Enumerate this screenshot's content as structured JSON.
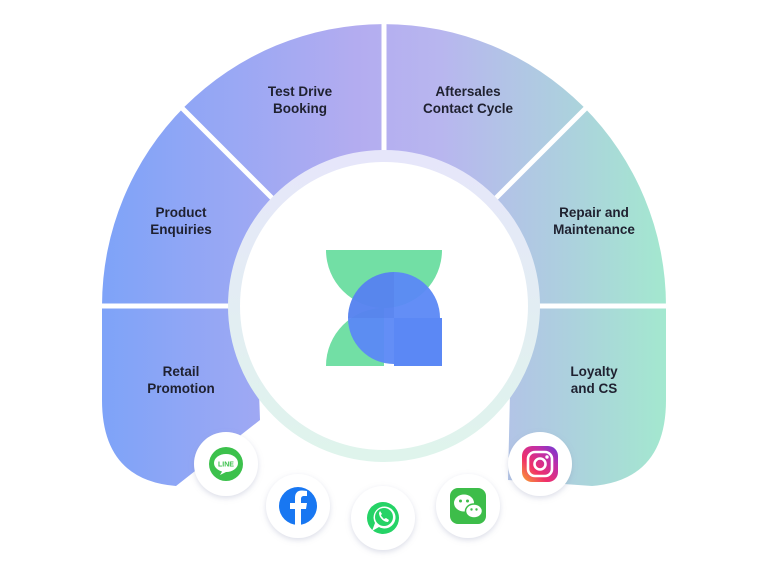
{
  "diagram": {
    "segments": [
      {
        "id": "retail-promotion",
        "lines": [
          "Retail",
          "Promotion"
        ]
      },
      {
        "id": "product-enquiries",
        "lines": [
          "Product",
          "Enquiries"
        ]
      },
      {
        "id": "test-drive-booking",
        "lines": [
          "Test Drive",
          "Booking"
        ]
      },
      {
        "id": "aftersales-contact",
        "lines": [
          "Aftersales",
          "Contact Cycle"
        ]
      },
      {
        "id": "repair-maintenance",
        "lines": [
          "Repair and",
          "Maintenance"
        ]
      },
      {
        "id": "loyalty-cs",
        "lines": [
          "Loyalty",
          "and CS"
        ]
      }
    ],
    "apps": [
      {
        "name": "line",
        "icon": "line-icon",
        "label": "LINE"
      },
      {
        "name": "facebook",
        "icon": "facebook-icon"
      },
      {
        "name": "whatsapp",
        "icon": "whatsapp-icon"
      },
      {
        "name": "wechat",
        "icon": "wechat-icon"
      },
      {
        "name": "instagram",
        "icon": "instagram-icon"
      }
    ],
    "center_logo": "brand-logo-icon",
    "colors": {
      "ring_start": "#7c9ef7",
      "ring_mid": "#b6b0f0",
      "ring_end": "#a6e6d2",
      "logo_green": "#72dfa5",
      "logo_blue": "#5b88f5",
      "line_green": "#3cc14c",
      "facebook_blue": "#1877f2",
      "whatsapp_green": "#25d366",
      "wechat_green": "#3dbd4a"
    }
  }
}
